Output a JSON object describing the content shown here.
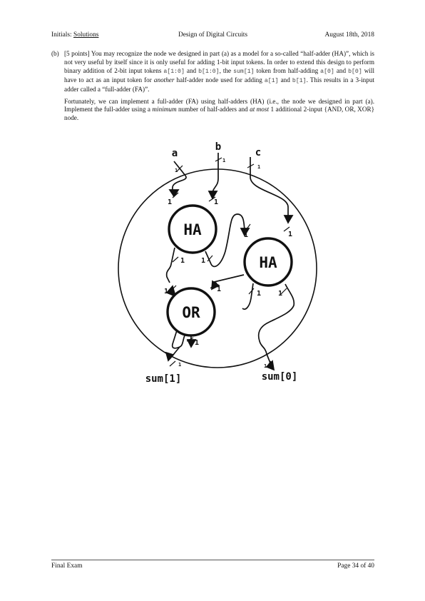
{
  "header": {
    "initials_label": "Initials:",
    "initials_value": "Solutions",
    "course": "Design of Digital Circuits",
    "date": "August 18th, 2018"
  },
  "question": {
    "label": "(b)",
    "points": "[5 points]",
    "p1_part1": " You may recognize the node we designed in part (a) as a model for a so-called “half-adder (HA)”, which is not very useful by itself since it is only useful for adding 1-bit input tokens. In order to extend this design to perform binary addition of 2-bit input tokens ",
    "code_a10": "a[1:0]",
    "and1": " and ",
    "code_b10": "b[1:0]",
    "p1_part2": ", the ",
    "code_sum1": "sum[1]",
    "p1_part3": " token from half-adding ",
    "code_a0": "a[0]",
    "and2": " and ",
    "code_b0": "b[0]",
    "p1_part4": " will have to act as an input token for ",
    "another": "another",
    "p1_part5": " half-adder node used for adding ",
    "code_a1": "a[1]",
    "and3": " and ",
    "code_b1": "b[1]",
    "p1_part6": ". This results in a 3-input adder called a “full-adder (FA)”.",
    "p2_part1": "Fortunately, we can implement a full-adder (FA) using half-adders (HA) (i.e., the node we designed in part (a). Implement the full-adder using a ",
    "minimum": "minimum",
    "p2_part2": " number of half-adders and ",
    "at_most": "at most",
    "p2_part3": " 1 additional 2-input {AND, OR, XOR} node."
  },
  "diagram": {
    "input_a": "a",
    "input_b": "b",
    "input_c": "c",
    "node_ha1": "HA",
    "node_ha2": "HA",
    "node_or": "OR",
    "output_sum1": "sum[1]",
    "output_sum0": "sum[0]",
    "width_label": "1"
  },
  "footer": {
    "left": "Final Exam",
    "right": "Page 34 of 40"
  }
}
